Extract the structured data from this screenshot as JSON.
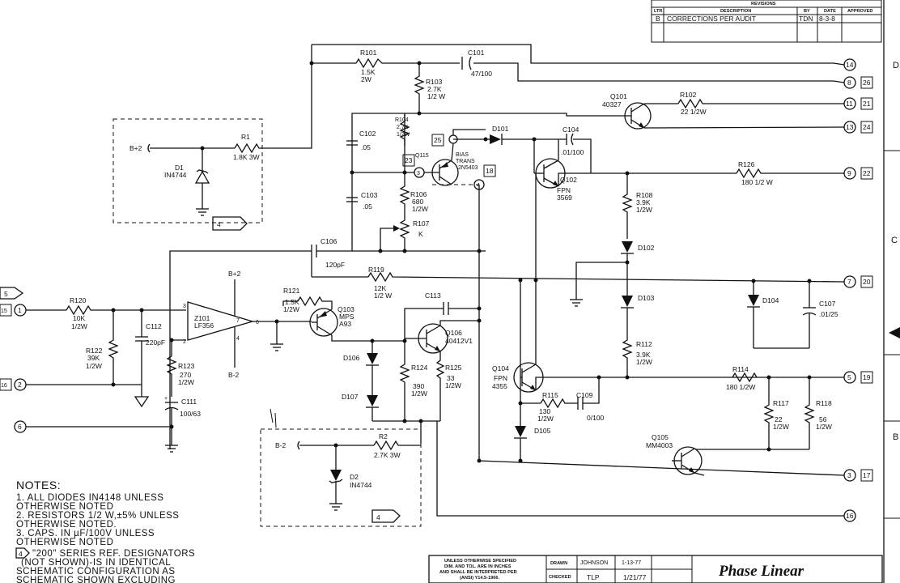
{
  "revisions": {
    "title": "REVISIONS",
    "headers": [
      "LTR",
      "DESCRIPTION",
      "BY",
      "DATE",
      "APPROVED"
    ],
    "row": [
      "B",
      "CORRECTIONS  PER  AUDIT",
      "TDN",
      "8-3-8",
      ""
    ]
  },
  "border_letters": [
    "D",
    "C",
    "B"
  ],
  "components": {
    "r101": [
      "R101",
      "1.5K",
      "2W"
    ],
    "c101": [
      "C101",
      "47/100"
    ],
    "r103": [
      "R103",
      "2.7K",
      "1/2 W"
    ],
    "r1": [
      "R1",
      "1.8K  3W"
    ],
    "d1": [
      "D1",
      "IN4744"
    ],
    "bplus_top": "B+2",
    "r104": [
      "R104",
      "2.7K",
      "1/2W"
    ],
    "c102": [
      "C102",
      ".05"
    ],
    "q115": [
      "Q115",
      "BIAS",
      "TRANS",
      "2N5403"
    ],
    "d101": "D101",
    "c104": [
      "C104",
      ".01/100"
    ],
    "q101": [
      "Q101",
      "40327"
    ],
    "r102": [
      "R102",
      "22  1/2W"
    ],
    "q102": [
      "Q102",
      "FPN",
      "3569"
    ],
    "r126": [
      "R126",
      "180  1/2 W"
    ],
    "r106": [
      "R106",
      "680",
      "1/2W"
    ],
    "r107": [
      "R107",
      "K"
    ],
    "c103": [
      "C103",
      ".05"
    ],
    "r108": [
      "R108",
      "3.9K",
      "1/2W"
    ],
    "d102": "D102",
    "c106": [
      "C106",
      "120pF"
    ],
    "r119": [
      "R119",
      "12K",
      "1/2 W"
    ],
    "d103": "D103",
    "d104": "D104",
    "c107": [
      "C107",
      ".01/25"
    ],
    "r120": [
      "R120",
      "10K",
      "1/2W"
    ],
    "r122": [
      "R122",
      "39K",
      "1/2W"
    ],
    "c112": [
      "C112",
      "220pF"
    ],
    "z101": [
      "Z101",
      "LF356"
    ],
    "bplus_op": "B+2",
    "bminus_op": "B-2",
    "r123": [
      "R123",
      "270",
      "1/2W"
    ],
    "c111": [
      "C111",
      "100/63"
    ],
    "r121": [
      "R121",
      "1.5K",
      "1/2W"
    ],
    "q103": [
      "Q103",
      "MPS",
      "A93"
    ],
    "c113": "C113",
    "q106": [
      "Q106",
      "40412V1"
    ],
    "d106": "D106",
    "d107": "D107",
    "r124": [
      "R124",
      "390",
      "1/2W"
    ],
    "r125": [
      "R125",
      "33",
      "1/2W"
    ],
    "q104": [
      "Q104",
      "FPN",
      "4355"
    ],
    "r112": [
      "R112",
      "3.9K",
      "1/2W"
    ],
    "r114": [
      "R114",
      "180  1/2W"
    ],
    "r115": [
      "R115",
      "130",
      "1/2W"
    ],
    "c109": [
      "C109",
      "0/100"
    ],
    "d105": "D105",
    "r117": [
      "R117",
      "22",
      "1/2W"
    ],
    "r118": [
      "R118",
      "56",
      "1/2W"
    ],
    "q105": [
      "Q105",
      "MM4003"
    ],
    "r2": [
      "R2",
      "2.7K  3W"
    ],
    "d2": [
      "D2",
      "IN4744"
    ],
    "bminus_box": "B-2",
    "four_box1": "4",
    "four_box2": "4"
  },
  "nodes": {
    "n14": "14",
    "n8": "8",
    "n26": "26",
    "n11": "11",
    "n21": "21",
    "n13": "13",
    "n24": "24",
    "n9": "9",
    "n22": "22",
    "n7": "7",
    "n20": "20",
    "n5": "5",
    "n19": "19",
    "n3": "3",
    "n17": "17",
    "n16": "16",
    "n25": "25",
    "n23": "23",
    "n18": "18",
    "n3b": "3",
    "n4": "4",
    "in5": "5",
    "in15": "15",
    "in1": "1",
    "in16": "16",
    "in2": "2",
    "in6": "6"
  },
  "notes": [
    "NOTES:",
    "1. ALL DIODES  IN4148  UNLESS",
    "OTHERWISE  NOTED",
    "2. RESISTORS  1/2 W,±5% UNLESS",
    "OTHERWISE  NOTED.",
    "3. CAPS. IN  µF/100V  UNLESS",
    "OTHERWISE  NOTED",
    "\"200\" SERIES  REF. DESIGNATORS",
    "(NOT SHOWN)-IS IN  IDENTICAL",
    "SCHEMATIC  CONFIGURATION AS",
    "SCHEMATIC  SHOWN  EXCLUDING"
  ],
  "note4_marker": "4",
  "title_block": {
    "spec": [
      "UNLESS OTHERWISE SPECIFIED",
      "DIM. AND TOL. ARE IN INCHES",
      "AND SHALL BE INTERPRETED PER",
      "(ANSI)  Y14.5-1966."
    ],
    "drawn_label": "DRAWN",
    "drawn_by": "JOHNSON",
    "drawn_date": "1-13-77",
    "checked_label": "CHECKED",
    "checked_by": "TLP",
    "checked_date": "1/21/77",
    "company": "Phase Linear"
  }
}
